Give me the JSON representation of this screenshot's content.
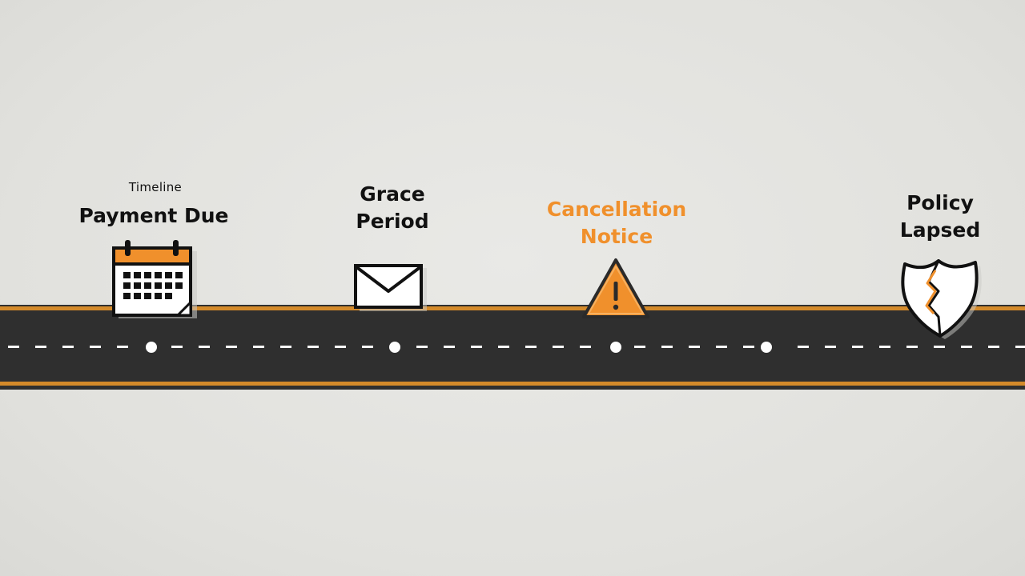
{
  "colors": {
    "background": "#e3e3e0",
    "road": "#2f2f2f",
    "road_edge": "#d48a2a",
    "lane_marking": "#ffffff",
    "accent": "#f0902c",
    "text": "#111111"
  },
  "timeline": {
    "caption": "Timeline",
    "stages": [
      {
        "id": "payment-due",
        "lines": [
          "Payment Due"
        ],
        "icon": "calendar-icon",
        "accent": false
      },
      {
        "id": "grace-period",
        "lines": [
          "Grace",
          "Period"
        ],
        "icon": "envelope-icon",
        "accent": false
      },
      {
        "id": "cancellation-notice",
        "lines": [
          "Cancellation",
          "Notice"
        ],
        "icon": "warning-triangle-icon",
        "accent": true
      },
      {
        "id": "policy-lapsed",
        "lines": [
          "Policy",
          "Lapsed"
        ],
        "icon": "broken-shield-icon",
        "accent": false
      }
    ]
  }
}
